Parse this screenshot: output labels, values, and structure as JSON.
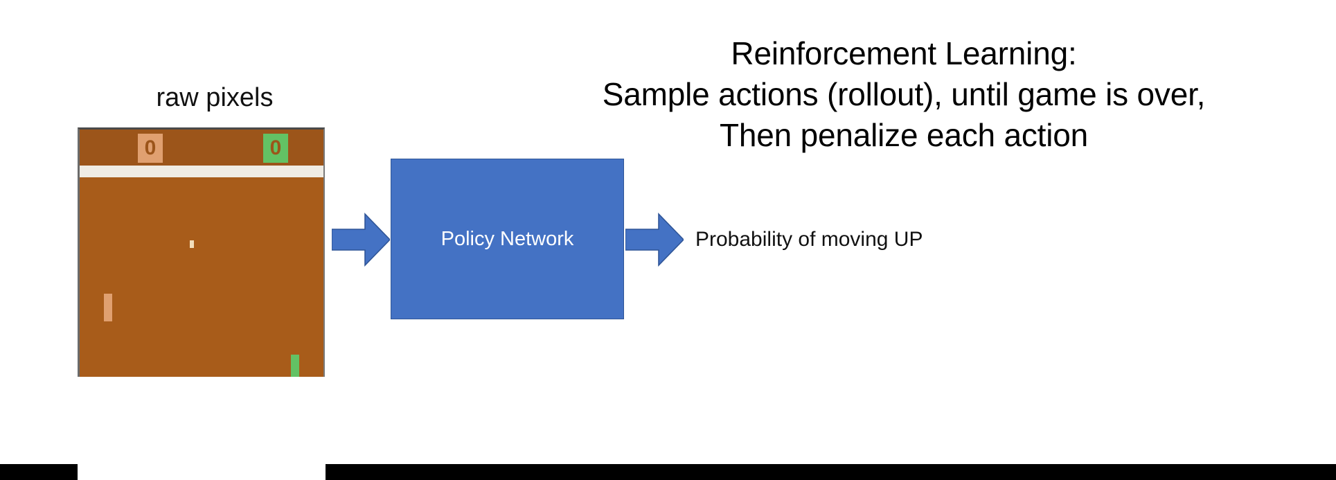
{
  "heading": {
    "lines": [
      "Reinforcement Learning:",
      "Sample actions (rollout), until game is over,",
      "Then penalize each action"
    ]
  },
  "input_caption": "raw pixels",
  "pong": {
    "score_left": "0",
    "score_right": "0",
    "left_paddle_color": "#e0a070",
    "right_paddle_color": "#63c264",
    "ball_color": "#f2debb",
    "field_color": "#a85c1a",
    "scoreboard_color": "#9c551a",
    "divider_color": "#f0ece4"
  },
  "arrow_input": {
    "name": "right-arrow-input"
  },
  "arrow_output": {
    "name": "right-arrow-output"
  },
  "policy_network": {
    "label": "Policy Network",
    "fill_color": "#4472c4",
    "text_color": "#ffffff"
  },
  "output": {
    "label": "Probability of moving UP"
  },
  "colors": {
    "accent_blue": "#4472c4",
    "arrow_blue": "#4472c4",
    "arrow_outline": "#2f5597",
    "background": "#ffffff",
    "text": "#000000"
  }
}
